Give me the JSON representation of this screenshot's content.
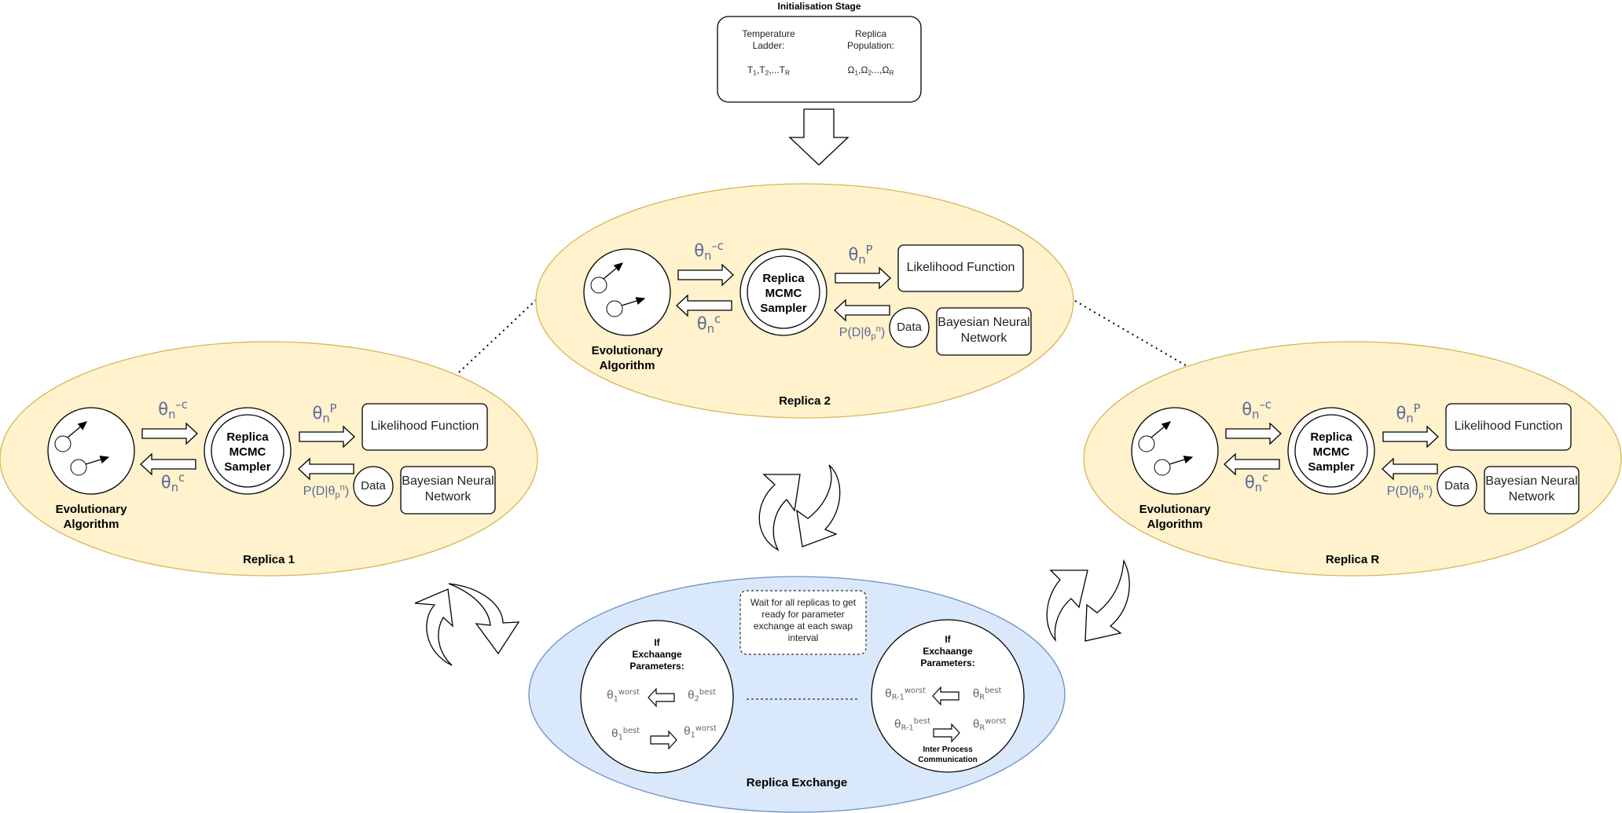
{
  "init": {
    "title": "Initialisation Stage",
    "temp_label": "Temperature\nLadder:",
    "temp_value": [
      "T",
      "1",
      ",T",
      "2",
      ",...T",
      "R"
    ],
    "pop_label": "Replica\nPopulation:",
    "pop_value": [
      "Ω",
      "1",
      ",Ω",
      "2",
      "...,Ω",
      "R"
    ]
  },
  "replica_common": {
    "evo_label": "Evolutionary\nAlgorithm",
    "sampler_label": "Replica\nMCMC\nSampler",
    "likelihood_label": "Likelihood Function",
    "data_label": "Data",
    "bnn_label": "Bayesian Neural\nNetwork",
    "theta_top": [
      "θ",
      "n",
      "–c"
    ],
    "theta_bottom": [
      "θ",
      "n",
      "c"
    ],
    "theta_p": [
      "θ",
      "n",
      "P"
    ],
    "posterior": [
      "P(D|θ",
      "p",
      "n",
      ")"
    ]
  },
  "replicas": [
    {
      "name": "Replica 1"
    },
    {
      "name": "Replica 2"
    },
    {
      "name": "Replica R"
    }
  ],
  "exchange": {
    "name": "Replica Exchange",
    "wait_note": "Wait for all replicas to get\nready for parameter\nexchange at each swap\ninterval",
    "if_label": "If\nExchaange\nParameters:",
    "ipc_label": "Inter Process\nCommunication",
    "left_terms": {
      "a": [
        "θ",
        "1",
        "worst"
      ],
      "b": [
        "θ",
        "2",
        "best"
      ],
      "c": [
        "θ",
        "1",
        "best"
      ],
      "d": [
        "θ",
        "1",
        "worst"
      ]
    },
    "right_terms": {
      "a": [
        "θ",
        "R-1",
        "worst"
      ],
      "b": [
        "θ",
        "R",
        "best"
      ],
      "c": [
        "θ",
        "R-1",
        "best"
      ],
      "d": [
        "θ",
        "R",
        "worst"
      ]
    }
  },
  "colors": {
    "replica_fill": "#fff2cc",
    "replica_stroke": "#d6b656",
    "exchange_fill": "#dae8fc",
    "exchange_stroke": "#6c8ebf",
    "theta_text": "#5a6a9a"
  }
}
